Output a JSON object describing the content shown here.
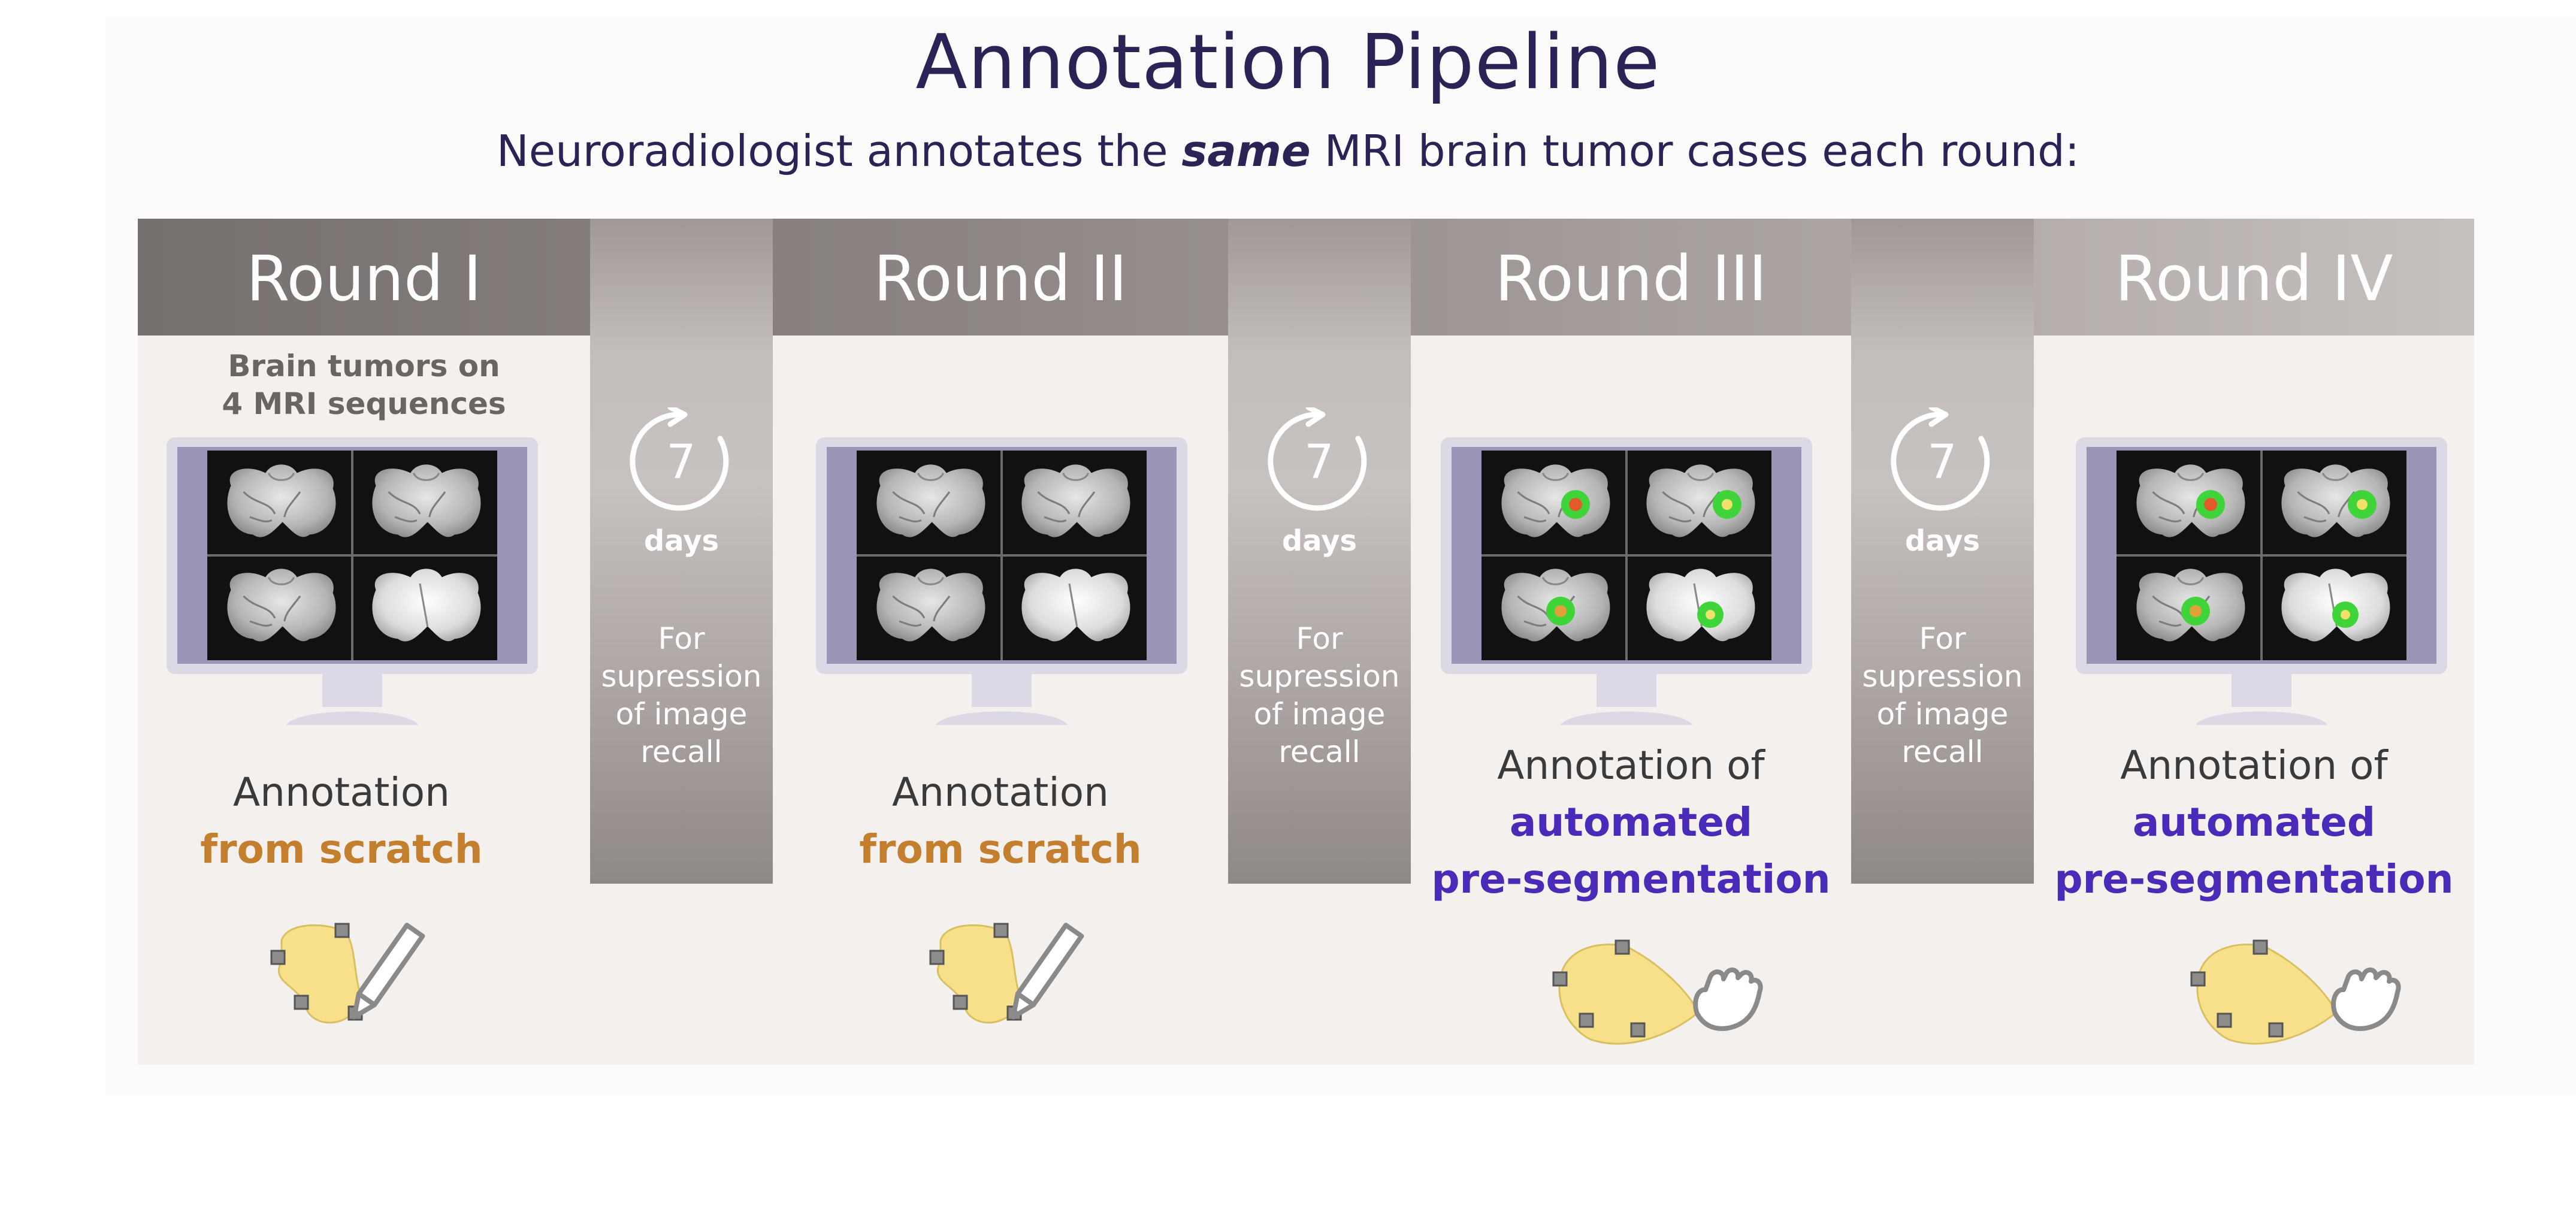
{
  "title": "Annotation Pipeline",
  "subtitle": {
    "before": "Neuroradiologist annotates the ",
    "emphasis": "same",
    "after": " MRI brain tumor cases each round:"
  },
  "rounds": [
    {
      "label": "Round I",
      "line1": "Annotation",
      "line2": "from scratch",
      "mode": "draw",
      "highlight": false
    },
    {
      "label": "Round II",
      "line1": "Annotation",
      "line2": "from scratch",
      "mode": "draw",
      "highlight": false
    },
    {
      "label": "Round III",
      "line1": "Annotation of",
      "line2": "automated",
      "line3": "pre-segmentation",
      "mode": "adjust",
      "highlight": true
    },
    {
      "label": "Round IV",
      "line1": "Annotation of",
      "line2": "automated",
      "line3": "pre-segmentation",
      "mode": "adjust",
      "highlight": true
    }
  ],
  "first_caption": {
    "line1": "Brain tumors on",
    "line2": "4 MRI sequences"
  },
  "gap": {
    "number": "7",
    "unit": "days",
    "note": [
      "For",
      "supression",
      "of image",
      "recall"
    ]
  },
  "colors": {
    "title": "#2a2456",
    "from_scratch": "#c47f2e",
    "pre_segmentation": "#4a2ab8",
    "segmentation_fill": "#f8e08a",
    "tumor_core": "#e25a2a",
    "tumor_edema": "#3fd43a"
  },
  "icons": {
    "cycle": "refresh-cycle-icon",
    "draw": "pencil-icon",
    "adjust": "grab-hand-icon",
    "screen": "monitor-icon"
  }
}
